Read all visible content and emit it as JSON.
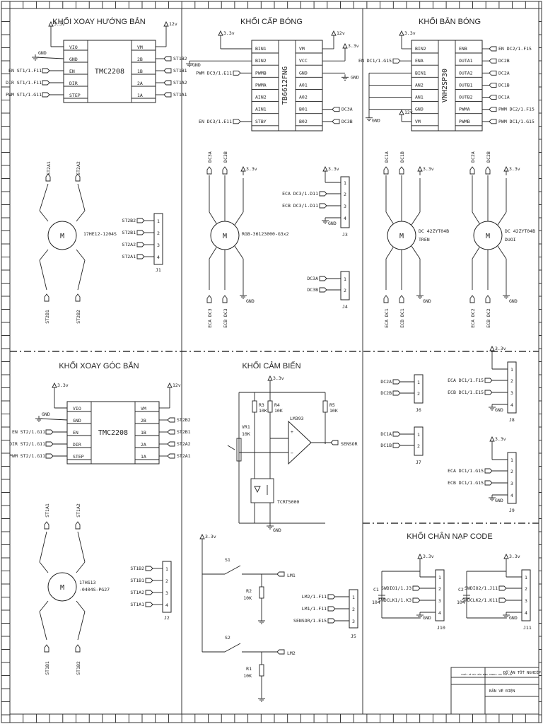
{
  "blocks": {
    "xoay_huong_ban": {
      "title": "KHỐI XOAY HƯỚNG BẮN",
      "chip": "TMC2208",
      "left_pins": [
        "VIO",
        "GND",
        "EN",
        "DIR",
        "STEP"
      ],
      "right_pins": [
        "VM",
        "2B",
        "1B",
        "2A",
        "1A"
      ],
      "left_nets": [
        "3.3v",
        "GND",
        "EN ST1/1.F11",
        "DIR ST1/1.F11",
        "PWM ST1/1.G11"
      ],
      "right_nets": [
        "12v",
        "ST1B2",
        "ST1B1",
        "ST1A2",
        "ST1A1"
      ],
      "motor_label": "17HE12-1204S",
      "motor_top": [
        "ST2A1",
        "ST2A2"
      ],
      "motor_bottom": [
        "ST2B1",
        "ST2B2"
      ],
      "conn_nets": [
        "ST2B2",
        "ST2B1",
        "ST2A2",
        "ST2A1"
      ],
      "conn_pins": [
        "1",
        "2",
        "3",
        "4"
      ],
      "conn_ref": "J1"
    },
    "cap_bong": {
      "title": "KHỐI CẤP BÓNG",
      "chip": "TB6612FNG",
      "left_pins": [
        "BIN1",
        "BIN2",
        "PWMB",
        "PWMA",
        "AIN2",
        "AIN1",
        "STBY"
      ],
      "right_pins": [
        "VM",
        "VCC",
        "GND",
        "A01",
        "A02",
        "B01",
        "B02"
      ],
      "left_nets": [
        "3.3v",
        "GND",
        "PWM DC3/1.E11",
        "",
        "",
        "",
        "EN DC3/1.E11"
      ],
      "right_nets": [
        "12v",
        "3.3v",
        "GND",
        "",
        "",
        "DC3A",
        "DC3B"
      ],
      "motor_label": "RGB-36123000-G3x2",
      "motor_top": [
        "DC3A",
        "DC3B",
        "3.3v"
      ],
      "motor_bottom": [
        "ECA DC3",
        "ECB DC3",
        "GND"
      ],
      "j3_nets": [
        "3.3v",
        "ECA DC3/1.D11",
        "ECB DC3/1.D11",
        "GND"
      ],
      "j3_pins": [
        "1",
        "2",
        "3",
        "4"
      ],
      "j3_ref": "J3",
      "j4_nets": [
        "DC3A",
        "DC3B"
      ],
      "j4_pins": [
        "1",
        "2"
      ],
      "j4_ref": "J4"
    },
    "ban_bong": {
      "title": "KHỐI BẮN BÓNG",
      "chip": "VNH2SP30",
      "left_pins": [
        "BIN2",
        "ENA",
        "BIN1",
        "AN2",
        "AN1",
        "GND",
        "VM"
      ],
      "right_pins": [
        "ENB",
        "OUTA1",
        "OUTA2",
        "OUTB1",
        "OUTB2",
        "PWMA",
        "PWMB"
      ],
      "left_nets": [
        "3.3v",
        "EN DC1/1.G15",
        "",
        "",
        "",
        "GND",
        "12v"
      ],
      "right_nets": [
        "EN DC2/1.F15",
        "DC2B",
        "DC2A",
        "DC1B",
        "DC1A",
        "PWM DC2/1.F15",
        "PWM DC1/1.G15"
      ],
      "motor1_label": [
        "DC 42ZYT04B",
        "TREN"
      ],
      "motor2_label": [
        "DC 42ZYT04B",
        "DUOI"
      ],
      "motor1_top": [
        "DC1A",
        "DC1B",
        "3.3v"
      ],
      "motor1_bottom": [
        "ECA DC1",
        "ECB DC1",
        "GND"
      ],
      "motor2_top": [
        "DC2A",
        "DC2B",
        "3.3v"
      ],
      "motor2_bottom": [
        "ECA DC2",
        "ECB DC2",
        "GND"
      ]
    },
    "xoay_goc_ban": {
      "title": "KHỐI XOAY GÓC BẮN",
      "chip": "TMC2208",
      "left_pins": [
        "VIO",
        "GND",
        "EN",
        "DIR",
        "STEP"
      ],
      "right_pins": [
        "VM",
        "2B",
        "1B",
        "2A",
        "1A"
      ],
      "left_nets": [
        "3.3v",
        "GND",
        "EN ST2/1.G11",
        "DIR ST2/1.G11",
        "PWM ST2/1.G11"
      ],
      "right_nets": [
        "12v",
        "ST2B2",
        "ST2B1",
        "ST2A2",
        "ST2A1"
      ],
      "motor_label": [
        "17HS13",
        "-0404S-PG27"
      ],
      "motor_top": [
        "ST1A1",
        "ST1A2"
      ],
      "motor_bottom": [
        "ST1B1",
        "ST1B2"
      ],
      "conn_nets": [
        "ST1B2",
        "ST1B1",
        "ST1A2",
        "ST1A1"
      ],
      "conn_pins": [
        "1",
        "2",
        "3",
        "4"
      ],
      "conn_ref": "J2"
    },
    "cam_bien": {
      "title": "KHỐI CẢM BIẾN",
      "vcc": "3.3v",
      "gnd": "GND",
      "r3": [
        "R3",
        "10K"
      ],
      "r4": [
        "R4",
        "10K"
      ],
      "r5": [
        "R5",
        "10K"
      ],
      "vr1": [
        "VR1",
        "10K"
      ],
      "opamp": "LM393",
      "sensor_out": "SENSOR",
      "tcrt": "TCRT5000",
      "s1": "S1",
      "s2": "S2",
      "r2": [
        "R2",
        "10K"
      ],
      "r1": [
        "R1",
        "10K"
      ],
      "lm1": "LM1",
      "lm2": "LM2",
      "j5_nets": [
        "LM2/1.F11",
        "LM1/1.F11",
        "SENSOR/1.E15"
      ],
      "j5_pins": [
        "1",
        "2",
        "3"
      ],
      "j5_ref": "J5"
    },
    "right_mid": {
      "j6_nets": [
        "DC2A",
        "DC2B"
      ],
      "j6_ref": "J6",
      "j7_nets": [
        "DC1A",
        "DC1B"
      ],
      "j7_ref": "J7",
      "j8_nets": [
        "3.3v",
        "ECA DC1/1.F15",
        "ECB DC1/1.E15",
        "GND"
      ],
      "j8_ref": "J8",
      "j9_nets": [
        "3.3v",
        "ECA DC1/1.G15",
        "ECB DC1/1.G15",
        "GND"
      ],
      "j9_ref": "J9",
      "pins2": [
        "1",
        "2"
      ],
      "pins4": [
        "1",
        "2",
        "3",
        "4"
      ]
    },
    "nap_code": {
      "title": "KHỐI CHÂN NẠP CODE",
      "c1": [
        "C1",
        "104"
      ],
      "c2": [
        "C2",
        "104"
      ],
      "j10_nets": [
        "3.3v",
        "SWDIO1/1.J3",
        "SWDCLK1/1.K3",
        "GND"
      ],
      "j10_ref": "J10",
      "j11_nets": [
        "3.3v",
        "SWDIO2/1.J11",
        "SWDCLK2/1.K11",
        "GND"
      ],
      "j11_ref": "J11",
      "pins4": [
        "1",
        "2",
        "3",
        "4"
      ]
    }
  },
  "title_block": {
    "project": "BẢN VẼ ĐIỆN",
    "header": "ĐỒ ÁN TỐT NGHIỆP",
    "desc": "THIẾT KẾ MÁY BẮN BÓNG TENNIS CHO SÂN TẬP"
  }
}
